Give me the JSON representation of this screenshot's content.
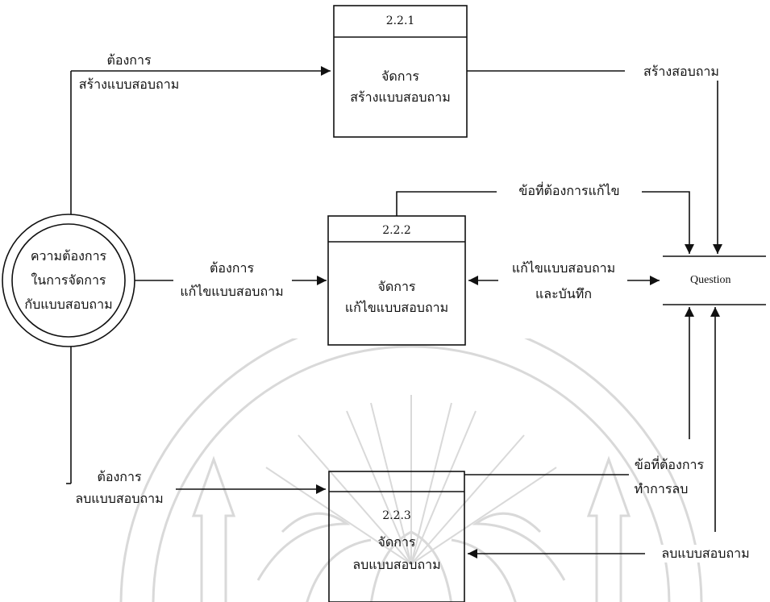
{
  "diagram": {
    "processes": [
      {
        "id": "2.2.1",
        "name_line1": "จัดการ",
        "name_line2": "สร้างแบบสอบถาม"
      },
      {
        "id": "2.2.2",
        "name_line1": "จัดการ",
        "name_line2": "แก้ไขแบบสอบถาม"
      },
      {
        "id": "2.2.3",
        "name_line1": "จัดการ",
        "name_line2": "ลบแบบสอบถาม"
      }
    ],
    "external_entity": {
      "line1": "ความต้องการ",
      "line2": "ในการจัดการ",
      "line3": "กับแบบสอบถาม"
    },
    "data_store": {
      "name": "Question"
    },
    "flows": {
      "create_request": {
        "line1": "ต้องการ",
        "line2": "สร้างแบบสอบถาม"
      },
      "create_out": "สร้างสอบถาม",
      "edit_request": {
        "line1": "ต้องการ",
        "line2": "แก้ไขแบบสอบถาม"
      },
      "edit_item": "ข้อที่ต้องการแก้ไข",
      "edit_save": {
        "line1": "แก้ไขแบบสอบถาม",
        "line2": "และบันทึก"
      },
      "delete_request": {
        "line1": "ต้องการ",
        "line2": "ลบแบบสอบถาม"
      },
      "delete_item": {
        "line1": "ข้อที่ต้องการ",
        "line2": "ทำการลบ"
      },
      "delete_out": "ลบแบบสอบถาม"
    }
  },
  "colors": {
    "line": "#111111",
    "watermark": "#d8d8d8"
  }
}
